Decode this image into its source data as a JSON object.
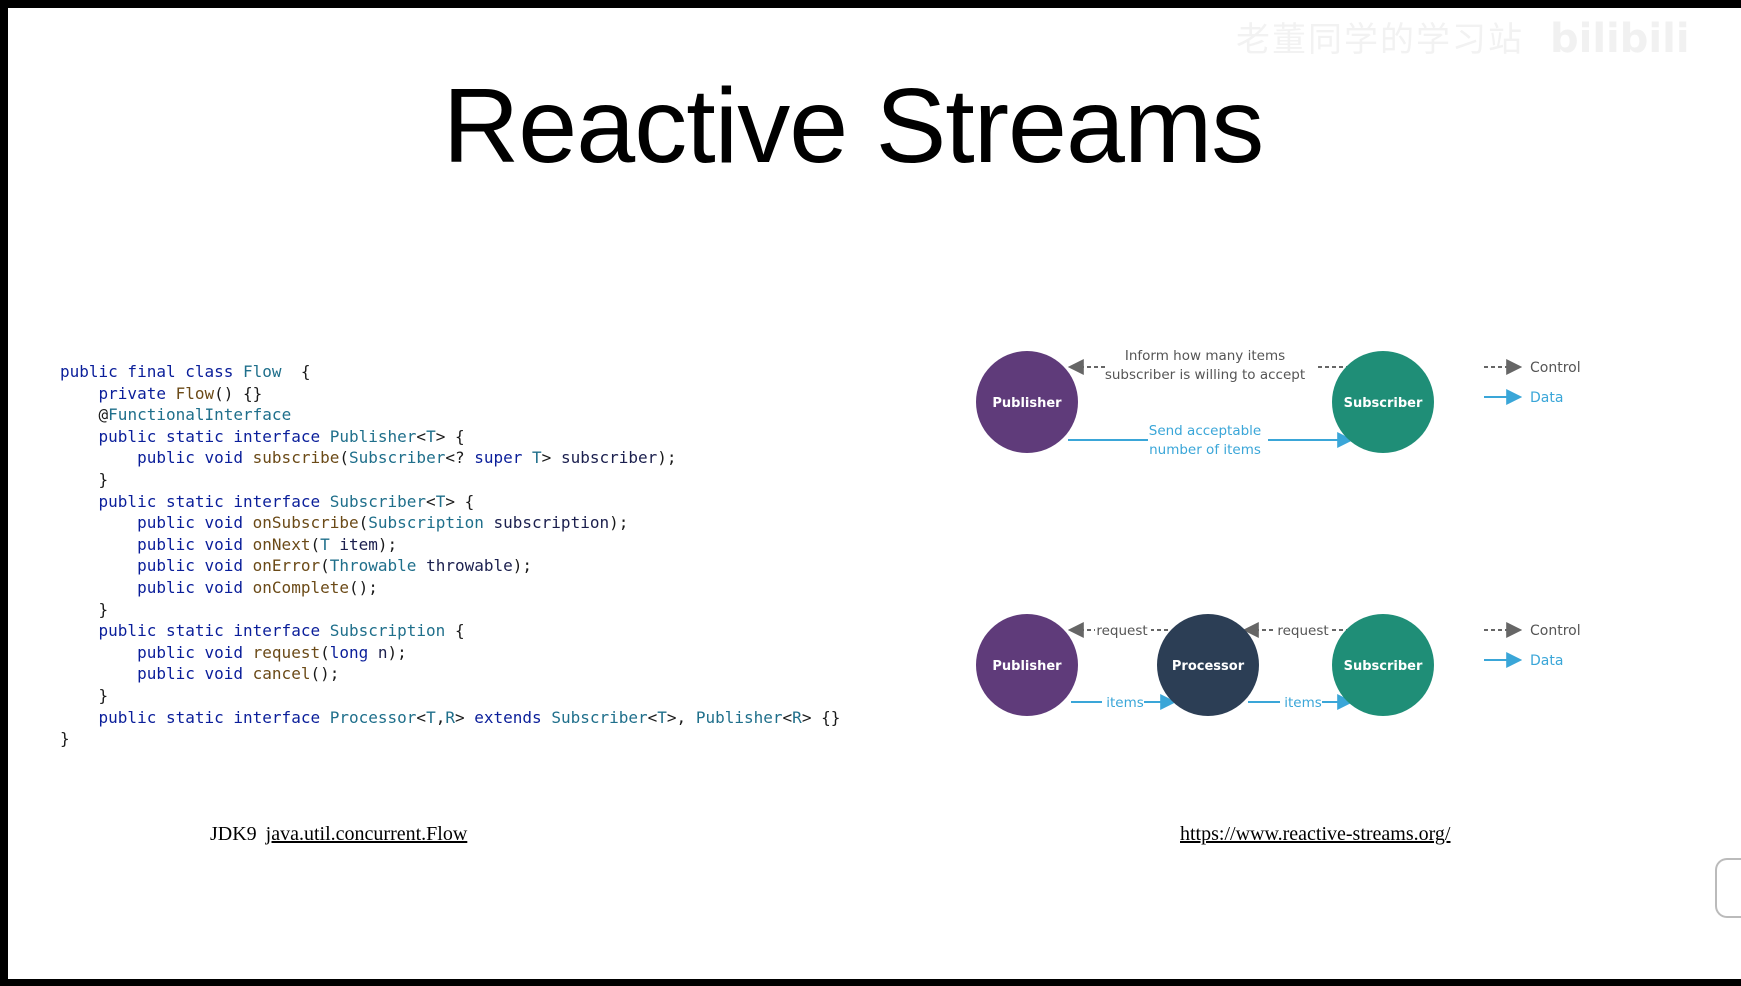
{
  "slide": {
    "title": "Reactive Streams",
    "watermark_text": "老董同学的学习站",
    "watermark_logo": "bilibili"
  },
  "code": {
    "lines": [
      [
        [
          "kw",
          "public final class "
        ],
        [
          "ty",
          "Flow"
        ],
        [
          "",
          "  {"
        ]
      ],
      [
        [
          "",
          "    "
        ],
        [
          "kw",
          "private "
        ],
        [
          "fn",
          "Flow"
        ],
        [
          "",
          "() {}"
        ]
      ],
      [
        [
          "",
          "    @"
        ],
        [
          "ty",
          "FunctionalInterface"
        ]
      ],
      [
        [
          "",
          "    "
        ],
        [
          "kw",
          "public static interface "
        ],
        [
          "ty",
          "Publisher"
        ],
        [
          "",
          "<"
        ],
        [
          "ty",
          "T"
        ],
        [
          "",
          "> {"
        ]
      ],
      [
        [
          "",
          "        "
        ],
        [
          "kw",
          "public void "
        ],
        [
          "fn",
          "subscribe"
        ],
        [
          "",
          "("
        ],
        [
          "ty",
          "Subscriber"
        ],
        [
          "",
          "<? "
        ],
        [
          "kw",
          "super "
        ],
        [
          "ty",
          "T"
        ],
        [
          "",
          "> "
        ],
        [
          "vr",
          "subscriber"
        ],
        [
          "",
          ");"
        ]
      ],
      [
        [
          "",
          "    }"
        ]
      ],
      [
        [
          "",
          "    "
        ],
        [
          "kw",
          "public static interface "
        ],
        [
          "ty",
          "Subscriber"
        ],
        [
          "",
          "<"
        ],
        [
          "ty",
          "T"
        ],
        [
          "",
          "> {"
        ]
      ],
      [
        [
          "",
          "        "
        ],
        [
          "kw",
          "public void "
        ],
        [
          "fn",
          "onSubscribe"
        ],
        [
          "",
          "("
        ],
        [
          "ty",
          "Subscription "
        ],
        [
          "vr",
          "subscription"
        ],
        [
          "",
          ");"
        ]
      ],
      [
        [
          "",
          "        "
        ],
        [
          "kw",
          "public void "
        ],
        [
          "fn",
          "onNext"
        ],
        [
          "",
          "("
        ],
        [
          "ty",
          "T "
        ],
        [
          "vr",
          "item"
        ],
        [
          "",
          ");"
        ]
      ],
      [
        [
          "",
          "        "
        ],
        [
          "kw",
          "public void "
        ],
        [
          "fn",
          "onError"
        ],
        [
          "",
          "("
        ],
        [
          "ty",
          "Throwable "
        ],
        [
          "vr",
          "throwable"
        ],
        [
          "",
          ");"
        ]
      ],
      [
        [
          "",
          "        "
        ],
        [
          "kw",
          "public void "
        ],
        [
          "fn",
          "onComplete"
        ],
        [
          "",
          "();"
        ]
      ],
      [
        [
          "",
          "    }"
        ]
      ],
      [
        [
          "",
          "    "
        ],
        [
          "kw",
          "public static interface "
        ],
        [
          "ty",
          "Subscription"
        ],
        [
          "",
          " {"
        ]
      ],
      [
        [
          "",
          "        "
        ],
        [
          "kw",
          "public void "
        ],
        [
          "fn",
          "request"
        ],
        [
          "",
          "("
        ],
        [
          "kw",
          "long "
        ],
        [
          "vr",
          "n"
        ],
        [
          "",
          ");"
        ]
      ],
      [
        [
          "",
          "        "
        ],
        [
          "kw",
          "public void "
        ],
        [
          "fn",
          "cancel"
        ],
        [
          "",
          "();"
        ]
      ],
      [
        [
          "",
          "    }"
        ]
      ],
      [
        [
          "",
          "    "
        ],
        [
          "kw",
          "public static interface "
        ],
        [
          "ty",
          "Processor"
        ],
        [
          "",
          "<"
        ],
        [
          "ty",
          "T"
        ],
        [
          "",
          ","
        ],
        [
          "ty",
          "R"
        ],
        [
          "",
          "> "
        ],
        [
          "kw",
          "extends "
        ],
        [
          "ty",
          "Subscriber"
        ],
        [
          "",
          "<"
        ],
        [
          "ty",
          "T"
        ],
        [
          "",
          ">, "
        ],
        [
          "ty",
          "Publisher"
        ],
        [
          "",
          "<"
        ],
        [
          "ty",
          "R"
        ],
        [
          "",
          "> {}"
        ]
      ],
      [
        [
          "",
          "}"
        ]
      ]
    ]
  },
  "diagram1": {
    "publisher": "Publisher",
    "subscriber": "Subscriber",
    "control_line1": "Inform how many items",
    "control_line2": "subscriber is willing to accept",
    "data_line1": "Send acceptable",
    "data_line2": "number of items",
    "legend_control": "Control",
    "legend_data": "Data"
  },
  "diagram2": {
    "publisher": "Publisher",
    "processor": "Processor",
    "subscriber": "Subscriber",
    "request_left": "request",
    "request_right": "request",
    "items_left": "items",
    "items_right": "items",
    "legend_control": "Control",
    "legend_data": "Data"
  },
  "footer": {
    "jdk_label": "JDK9",
    "jdk_link": "java.util.concurrent.Flow",
    "site_link": "https://www.reactive-streams.org/"
  },
  "colors": {
    "publisher": "#5f3b7a",
    "subscriber": "#1f8e77",
    "processor": "#2c3e55",
    "control": "#666666",
    "data": "#3aa6d8"
  }
}
